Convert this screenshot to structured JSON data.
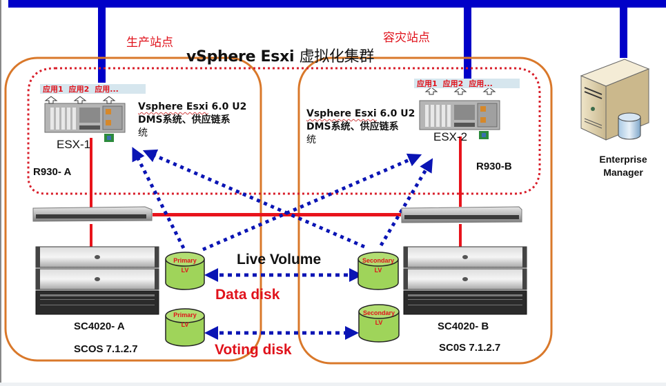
{
  "diagram": {
    "title": {
      "latin": "vSphere Esxi",
      "cjk": "虚拟化集群"
    },
    "sites": {
      "primary": {
        "label": "生产站点"
      },
      "dr": {
        "label": "容灾站点"
      }
    },
    "hosts": [
      {
        "name": "ESX-1",
        "model": "R930- A",
        "apps": [
          "应用1",
          "应用2",
          "应用..."
        ],
        "info_line1_a": "Vsphere Esxi",
        "info_line1_b": " 6.0 U2",
        "info_line2": "DMS系统、供应链系",
        "info_line3": "统"
      },
      {
        "name": "ESX-2",
        "model": "R930-B",
        "apps": [
          "应用1",
          "应用2",
          "应用..."
        ],
        "info_line1_a": "Vsphere Esxi",
        "info_line1_b": " 6.0 U2",
        "info_line2": "DMS系统、供应链系",
        "info_line3": "统"
      }
    ],
    "storage": [
      {
        "name": "SC4020- A",
        "os": "SCOS 7.1.2.7"
      },
      {
        "name": "SC4020- B",
        "os": "SC0S 7.1.2.7"
      }
    ],
    "volumes": {
      "primary": {
        "line1": "Primary",
        "line2": "LV"
      },
      "secondary": {
        "line1": "Secondary",
        "line2": "LV"
      }
    },
    "replication": {
      "title": "Live Volume",
      "data_disk": "Data disk",
      "voting_disk": "Voting disk"
    },
    "management": {
      "line1": "Enterprise",
      "line2": "Manager"
    },
    "colors": {
      "network_bus": "#0000c8",
      "fc_link": "#e8131b",
      "site_border": "#d9782a",
      "cluster_border": "#d81e2a",
      "replication_arrow": "#0a14b4",
      "volume_fill": "#9fd45a",
      "label_red": "#e0121b"
    }
  }
}
